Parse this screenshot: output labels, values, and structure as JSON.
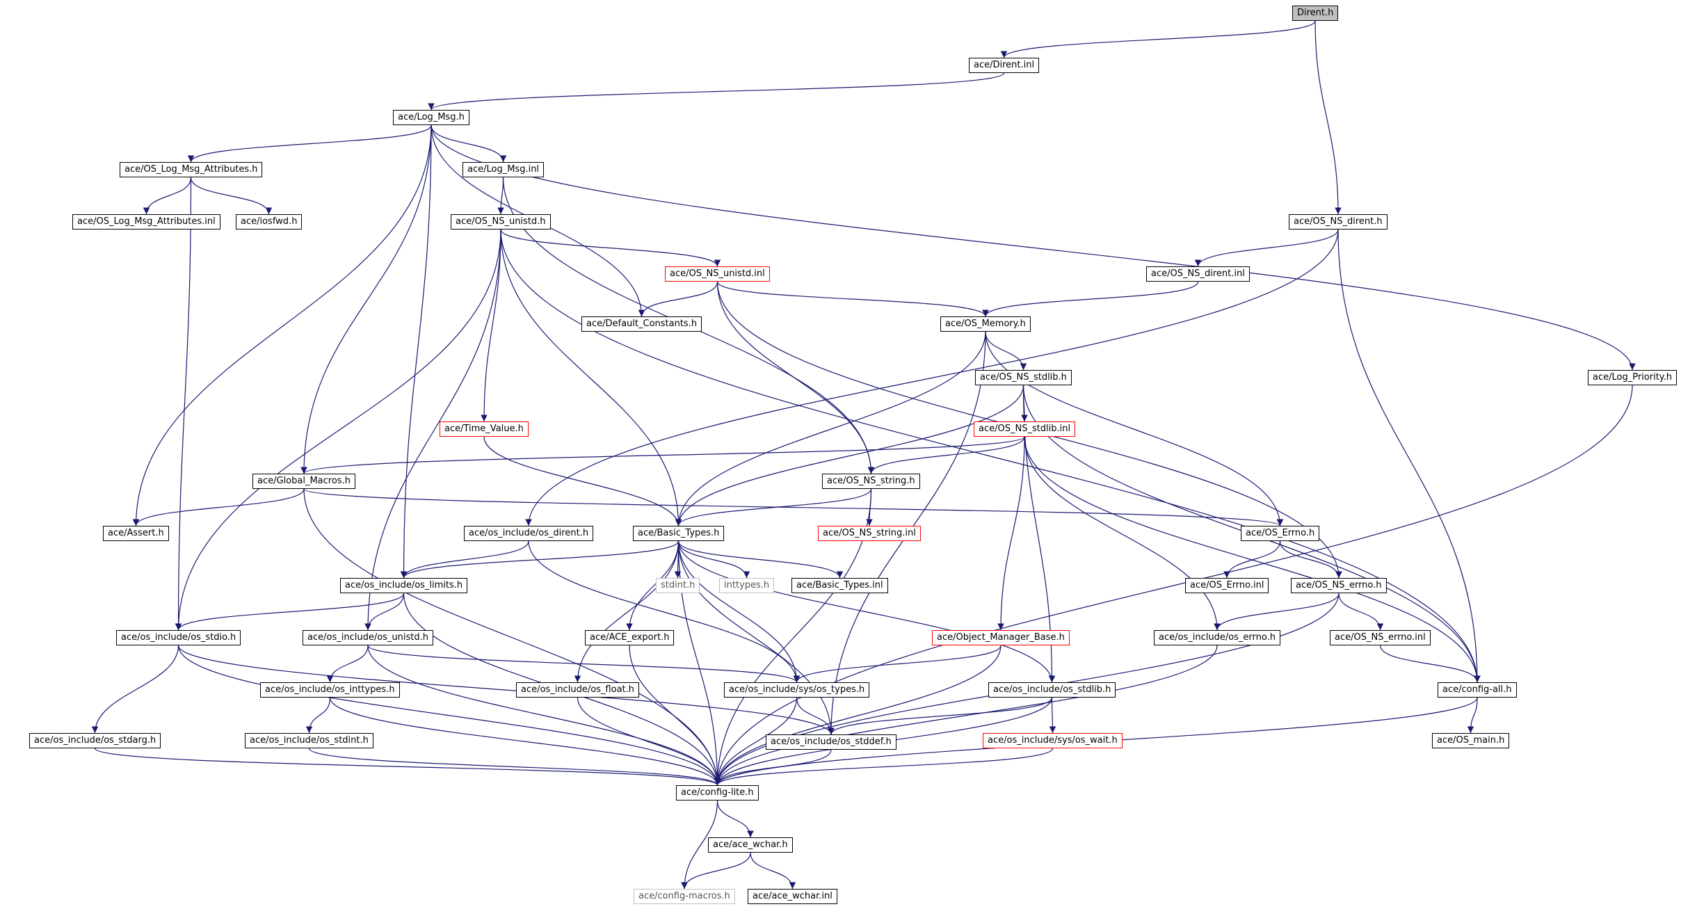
{
  "colors": {
    "edge": "#191970",
    "node_border": "#000000",
    "truncated_border": "#ff0000",
    "external_border": "#bfbfbf",
    "root_fill": "#bfbfbf"
  },
  "nodes": [
    {
      "id": "dirent_h",
      "label": "Dirent.h",
      "kind": "root"
    },
    {
      "id": "dirent_inl",
      "label": "ace/Dirent.inl",
      "kind": "normal"
    },
    {
      "id": "log_msg_h",
      "label": "ace/Log_Msg.h",
      "kind": "normal"
    },
    {
      "id": "os_log_msg_attr_h",
      "label": "ace/OS_Log_Msg_Attributes.h",
      "kind": "normal"
    },
    {
      "id": "log_msg_inl",
      "label": "ace/Log_Msg.inl",
      "kind": "normal"
    },
    {
      "id": "os_log_msg_attr_inl",
      "label": "ace/OS_Log_Msg_Attributes.inl",
      "kind": "normal"
    },
    {
      "id": "iosfwd_h",
      "label": "ace/iosfwd.h",
      "kind": "normal"
    },
    {
      "id": "os_ns_unistd_h",
      "label": "ace/OS_NS_unistd.h",
      "kind": "normal"
    },
    {
      "id": "os_ns_dirent_h",
      "label": "ace/OS_NS_dirent.h",
      "kind": "normal"
    },
    {
      "id": "os_ns_unistd_inl",
      "label": "ace/OS_NS_unistd.inl",
      "kind": "truncated"
    },
    {
      "id": "os_ns_dirent_inl",
      "label": "ace/OS_NS_dirent.inl",
      "kind": "normal"
    },
    {
      "id": "default_constants_h",
      "label": "ace/Default_Constants.h",
      "kind": "normal"
    },
    {
      "id": "os_memory_h",
      "label": "ace/OS_Memory.h",
      "kind": "normal"
    },
    {
      "id": "os_ns_stdlib_h",
      "label": "ace/OS_NS_stdlib.h",
      "kind": "normal"
    },
    {
      "id": "log_priority_h",
      "label": "ace/Log_Priority.h",
      "kind": "normal"
    },
    {
      "id": "time_value_h",
      "label": "ace/Time_Value.h",
      "kind": "truncated"
    },
    {
      "id": "os_ns_stdlib_inl",
      "label": "ace/OS_NS_stdlib.inl",
      "kind": "truncated"
    },
    {
      "id": "global_macros_h",
      "label": "ace/Global_Macros.h",
      "kind": "normal"
    },
    {
      "id": "os_ns_string_h",
      "label": "ace/OS_NS_string.h",
      "kind": "normal"
    },
    {
      "id": "assert_h",
      "label": "ace/Assert.h",
      "kind": "normal"
    },
    {
      "id": "os_include_os_dirent_h",
      "label": "ace/os_include/os_dirent.h",
      "kind": "normal"
    },
    {
      "id": "basic_types_h",
      "label": "ace/Basic_Types.h",
      "kind": "normal"
    },
    {
      "id": "os_ns_string_inl",
      "label": "ace/OS_NS_string.inl",
      "kind": "truncated"
    },
    {
      "id": "os_errno_h",
      "label": "ace/OS_Errno.h",
      "kind": "normal"
    },
    {
      "id": "os_include_os_limits_h",
      "label": "ace/os_include/os_limits.h",
      "kind": "normal"
    },
    {
      "id": "stdint_h",
      "label": "stdint.h",
      "kind": "external"
    },
    {
      "id": "inttypes_h",
      "label": "inttypes.h",
      "kind": "external"
    },
    {
      "id": "basic_types_inl",
      "label": "ace/Basic_Types.inl",
      "kind": "normal"
    },
    {
      "id": "os_errno_inl",
      "label": "ace/OS_Errno.inl",
      "kind": "normal"
    },
    {
      "id": "os_ns_errno_h",
      "label": "ace/OS_NS_errno.h",
      "kind": "normal"
    },
    {
      "id": "os_include_os_stdio_h",
      "label": "ace/os_include/os_stdio.h",
      "kind": "normal"
    },
    {
      "id": "os_include_os_unistd_h",
      "label": "ace/os_include/os_unistd.h",
      "kind": "normal"
    },
    {
      "id": "ace_export_h",
      "label": "ace/ACE_export.h",
      "kind": "normal"
    },
    {
      "id": "object_manager_base_h",
      "label": "ace/Object_Manager_Base.h",
      "kind": "truncated"
    },
    {
      "id": "os_include_os_errno_h",
      "label": "ace/os_include/os_errno.h",
      "kind": "normal"
    },
    {
      "id": "os_ns_errno_inl",
      "label": "ace/OS_NS_errno.inl",
      "kind": "normal"
    },
    {
      "id": "os_include_os_inttypes_h",
      "label": "ace/os_include/os_inttypes.h",
      "kind": "normal"
    },
    {
      "id": "os_include_os_float_h",
      "label": "ace/os_include/os_float.h",
      "kind": "normal"
    },
    {
      "id": "os_include_sys_os_types_h",
      "label": "ace/os_include/sys/os_types.h",
      "kind": "normal"
    },
    {
      "id": "os_include_os_stdlib_h",
      "label": "ace/os_include/os_stdlib.h",
      "kind": "normal"
    },
    {
      "id": "config_all_h",
      "label": "ace/config-all.h",
      "kind": "normal"
    },
    {
      "id": "os_include_os_stdarg_h",
      "label": "ace/os_include/os_stdarg.h",
      "kind": "normal"
    },
    {
      "id": "os_include_os_stdint_h",
      "label": "ace/os_include/os_stdint.h",
      "kind": "normal"
    },
    {
      "id": "os_include_os_stddef_h",
      "label": "ace/os_include/os_stddef.h",
      "kind": "normal"
    },
    {
      "id": "os_include_sys_os_wait_h",
      "label": "ace/os_include/sys/os_wait.h",
      "kind": "truncated"
    },
    {
      "id": "os_main_h",
      "label": "ace/OS_main.h",
      "kind": "normal"
    },
    {
      "id": "config_lite_h",
      "label": "ace/config-lite.h",
      "kind": "normal"
    },
    {
      "id": "ace_wchar_h",
      "label": "ace/ace_wchar.h",
      "kind": "normal"
    },
    {
      "id": "config_macros_h",
      "label": "ace/config-macros.h",
      "kind": "external"
    },
    {
      "id": "ace_wchar_inl",
      "label": "ace/ace_wchar.inl",
      "kind": "normal"
    }
  ],
  "edges": [
    [
      "dirent_h",
      "dirent_inl"
    ],
    [
      "dirent_h",
      "os_ns_dirent_h"
    ],
    [
      "dirent_inl",
      "log_msg_h"
    ],
    [
      "log_msg_h",
      "os_log_msg_attr_h"
    ],
    [
      "log_msg_h",
      "log_msg_inl"
    ],
    [
      "log_msg_h",
      "global_macros_h"
    ],
    [
      "log_msg_h",
      "assert_h"
    ],
    [
      "log_msg_h",
      "default_constants_h"
    ],
    [
      "log_msg_h",
      "log_priority_h"
    ],
    [
      "log_msg_h",
      "os_include_os_limits_h"
    ],
    [
      "os_log_msg_attr_h",
      "os_log_msg_attr_inl"
    ],
    [
      "os_log_msg_attr_h",
      "iosfwd_h"
    ],
    [
      "os_log_msg_attr_h",
      "os_include_os_stdio_h"
    ],
    [
      "log_msg_inl",
      "os_ns_unistd_h"
    ],
    [
      "log_msg_inl",
      "os_ns_string_h"
    ],
    [
      "os_ns_unistd_h",
      "os_ns_unistd_inl"
    ],
    [
      "os_ns_unistd_h",
      "time_value_h"
    ],
    [
      "os_ns_unistd_h",
      "basic_types_h"
    ],
    [
      "os_ns_unistd_h",
      "os_include_os_stdio_h"
    ],
    [
      "os_ns_unistd_h",
      "os_include_os_unistd_h"
    ],
    [
      "os_ns_unistd_h",
      "config_all_h"
    ],
    [
      "os_ns_unistd_inl",
      "default_constants_h"
    ],
    [
      "os_ns_unistd_inl",
      "os_memory_h"
    ],
    [
      "os_ns_unistd_inl",
      "os_ns_string_h"
    ],
    [
      "os_ns_unistd_inl",
      "os_ns_errno_h"
    ],
    [
      "os_ns_dirent_h",
      "os_ns_dirent_inl"
    ],
    [
      "os_ns_dirent_h",
      "os_include_os_dirent_h"
    ],
    [
      "os_ns_dirent_h",
      "config_all_h"
    ],
    [
      "os_ns_dirent_inl",
      "os_memory_h"
    ],
    [
      "os_memory_h",
      "os_ns_stdlib_h"
    ],
    [
      "os_memory_h",
      "basic_types_h"
    ],
    [
      "os_memory_h",
      "os_errno_h"
    ],
    [
      "os_memory_h",
      "os_include_os_stddef_h"
    ],
    [
      "os_ns_stdlib_h",
      "os_ns_stdlib_inl"
    ],
    [
      "os_ns_stdlib_h",
      "basic_types_h"
    ],
    [
      "os_ns_stdlib_h",
      "config_all_h"
    ],
    [
      "os_ns_stdlib_h",
      "os_include_os_stdlib_h"
    ],
    [
      "os_ns_stdlib_inl",
      "global_macros_h"
    ],
    [
      "os_ns_stdlib_inl",
      "os_ns_string_h"
    ],
    [
      "os_ns_stdlib_inl",
      "object_manager_base_h"
    ],
    [
      "os_ns_stdlib_inl",
      "os_include_os_errno_h"
    ],
    [
      "os_ns_stdlib_inl",
      "config_all_h"
    ],
    [
      "time_value_h",
      "basic_types_h"
    ],
    [
      "global_macros_h",
      "assert_h"
    ],
    [
      "global_macros_h",
      "os_errno_h"
    ],
    [
      "global_macros_h",
      "config_lite_h"
    ],
    [
      "os_ns_string_h",
      "os_ns_string_inl"
    ],
    [
      "os_ns_string_h",
      "basic_types_h"
    ],
    [
      "os_ns_string_h",
      "config_lite_h"
    ],
    [
      "log_priority_h",
      "config_lite_h"
    ],
    [
      "os_include_os_dirent_h",
      "os_include_os_limits_h"
    ],
    [
      "os_include_os_dirent_h",
      "os_include_sys_os_types_h"
    ],
    [
      "basic_types_h",
      "os_include_os_limits_h"
    ],
    [
      "basic_types_h",
      "stdint_h"
    ],
    [
      "basic_types_h",
      "inttypes_h"
    ],
    [
      "basic_types_h",
      "basic_types_inl"
    ],
    [
      "basic_types_h",
      "ace_export_h"
    ],
    [
      "basic_types_h",
      "os_include_os_float_h"
    ],
    [
      "basic_types_h",
      "os_include_sys_os_types_h"
    ],
    [
      "basic_types_h",
      "os_include_os_stdlib_h"
    ],
    [
      "basic_types_h",
      "os_include_os_stddef_h"
    ],
    [
      "basic_types_h",
      "config_lite_h"
    ],
    [
      "os_errno_h",
      "os_errno_inl"
    ],
    [
      "os_errno_h",
      "os_ns_errno_h"
    ],
    [
      "os_include_os_limits_h",
      "os_include_os_stdio_h"
    ],
    [
      "os_include_os_limits_h",
      "os_include_os_unistd_h"
    ],
    [
      "os_include_os_limits_h",
      "config_lite_h"
    ],
    [
      "os_ns_errno_h",
      "os_include_os_errno_h"
    ],
    [
      "os_ns_errno_h",
      "os_ns_errno_inl"
    ],
    [
      "os_ns_errno_h",
      "config_lite_h"
    ],
    [
      "os_include_os_stdio_h",
      "os_include_os_stdarg_h"
    ],
    [
      "os_include_os_stdio_h",
      "os_include_os_stddef_h"
    ],
    [
      "os_include_os_stdio_h",
      "config_lite_h"
    ],
    [
      "os_include_os_unistd_h",
      "os_include_os_inttypes_h"
    ],
    [
      "os_include_os_unistd_h",
      "os_include_sys_os_types_h"
    ],
    [
      "os_include_os_unistd_h",
      "config_lite_h"
    ],
    [
      "ace_export_h",
      "config_lite_h"
    ],
    [
      "object_manager_base_h",
      "os_include_sys_os_types_h"
    ],
    [
      "object_manager_base_h",
      "config_lite_h"
    ],
    [
      "os_include_os_errno_h",
      "config_lite_h"
    ],
    [
      "os_ns_errno_inl",
      "config_all_h"
    ],
    [
      "os_include_os_inttypes_h",
      "os_include_os_stdint_h"
    ],
    [
      "os_include_os_inttypes_h",
      "config_lite_h"
    ],
    [
      "os_include_os_float_h",
      "config_lite_h"
    ],
    [
      "os_include_sys_os_types_h",
      "os_include_os_stddef_h"
    ],
    [
      "os_include_sys_os_types_h",
      "config_lite_h"
    ],
    [
      "os_include_os_stdlib_h",
      "os_include_sys_os_wait_h"
    ],
    [
      "os_include_os_stdlib_h",
      "os_include_os_stddef_h"
    ],
    [
      "os_include_os_stdlib_h",
      "config_lite_h"
    ],
    [
      "config_all_h",
      "os_main_h"
    ],
    [
      "config_all_h",
      "config_lite_h"
    ],
    [
      "os_include_os_stdarg_h",
      "config_lite_h"
    ],
    [
      "os_include_os_stdint_h",
      "config_lite_h"
    ],
    [
      "os_include_os_stddef_h",
      "config_lite_h"
    ],
    [
      "os_include_sys_os_wait_h",
      "config_lite_h"
    ],
    [
      "config_lite_h",
      "ace_wchar_h"
    ],
    [
      "config_lite_h",
      "config_macros_h"
    ],
    [
      "ace_wchar_h",
      "ace_wchar_inl"
    ],
    [
      "ace_wchar_h",
      "config_macros_h"
    ]
  ]
}
